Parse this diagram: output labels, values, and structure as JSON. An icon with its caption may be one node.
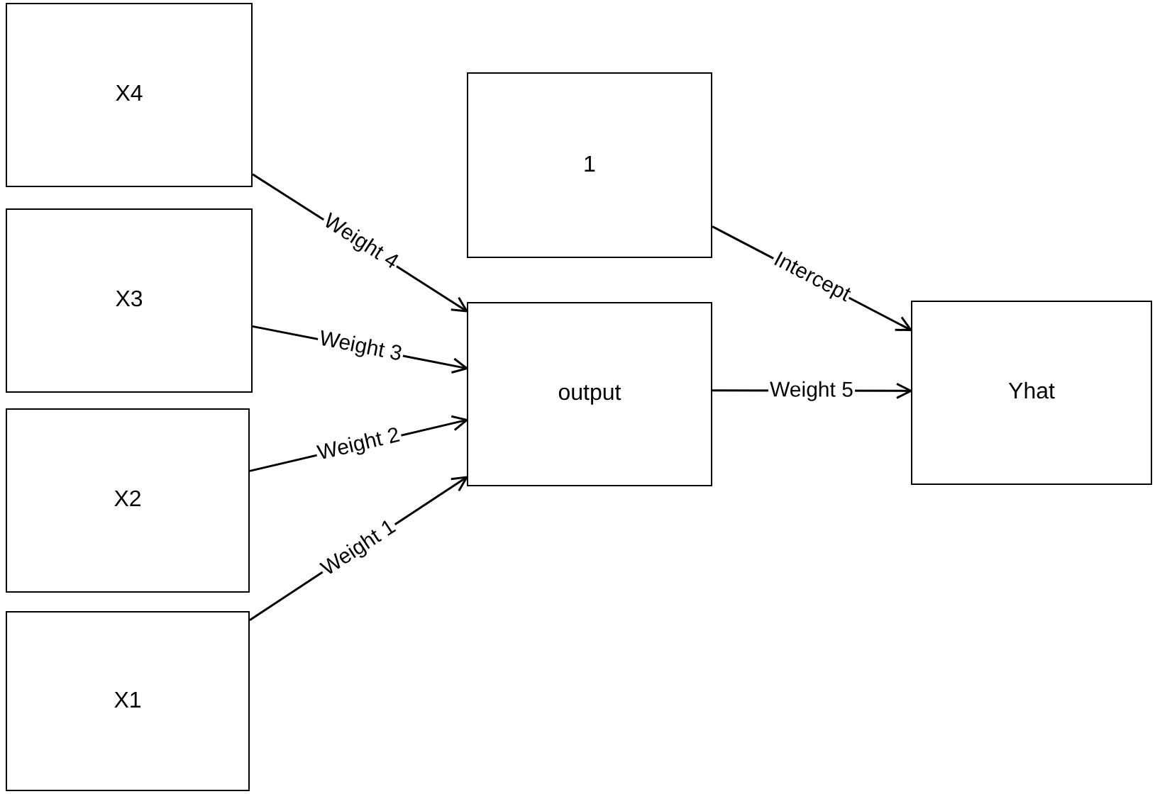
{
  "diagram": {
    "nodes": [
      {
        "text": [
          "X4"
        ]
      },
      {
        "text": [
          "X3"
        ]
      },
      {
        "text": [
          "X2"
        ]
      },
      {
        "text": [
          "X1"
        ]
      },
      {
        "text": [
          "1"
        ]
      },
      {
        "text": [
          "output"
        ]
      },
      {
        "text": [
          "Yhat"
        ]
      }
    ],
    "edges": [
      {
        "from": 0,
        "to": 5,
        "arrow": "to",
        "label": "Weight 4"
      },
      {
        "from": 1,
        "to": 5,
        "arrow": "to",
        "label": "Weight 3"
      },
      {
        "from": 2,
        "to": 5,
        "arrow": "to",
        "label": "Weight 2"
      },
      {
        "from": 3,
        "to": 5,
        "arrow": "to",
        "label": "Weight 1"
      },
      {
        "from": 4,
        "to": 6,
        "arrow": "to",
        "label": "Intercept"
      },
      {
        "from": 5,
        "to": 6,
        "arrow": "to",
        "label": "Weight 5"
      }
    ]
  }
}
